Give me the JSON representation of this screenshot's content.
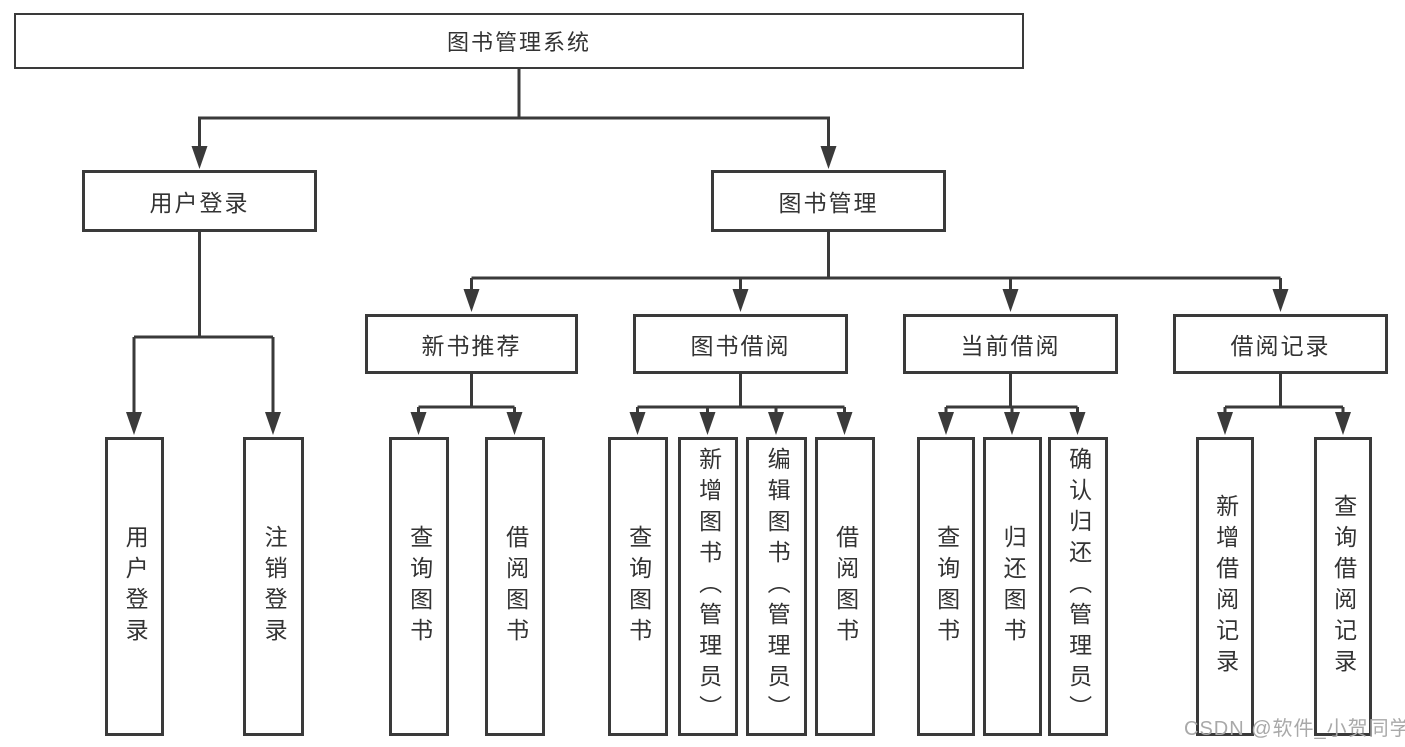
{
  "diagram": {
    "root": {
      "label": "图书管理系统"
    },
    "level2": [
      {
        "label": "用户登录"
      },
      {
        "label": "图书管理"
      }
    ],
    "level3": [
      {
        "label": "新书推荐"
      },
      {
        "label": "图书借阅"
      },
      {
        "label": "当前借阅"
      },
      {
        "label": "借阅记录"
      }
    ],
    "leaves": {
      "user_login": [
        {
          "label": "用户登录"
        },
        {
          "label": "注销登录"
        }
      ],
      "new_book": [
        {
          "label": "查询图书"
        },
        {
          "label": "借阅图书"
        }
      ],
      "book_borrow": [
        {
          "label": "查询图书"
        },
        {
          "label": "新增图书（管理员）"
        },
        {
          "label": "编辑图书（管理员）"
        },
        {
          "label": "借阅图书"
        }
      ],
      "current_borrow": [
        {
          "label": "查询图书"
        },
        {
          "label": "归还图书"
        },
        {
          "label": "确认归还（管理员）"
        }
      ],
      "borrow_records": [
        {
          "label": "新增借阅记录"
        },
        {
          "label": "查询借阅记录"
        }
      ]
    },
    "watermark": "CSDN @软件_小贺同学",
    "colors": {
      "line": "#3a3a3a",
      "text": "#333333",
      "watermark": "#a9a9a9",
      "background": "#ffffff"
    }
  }
}
